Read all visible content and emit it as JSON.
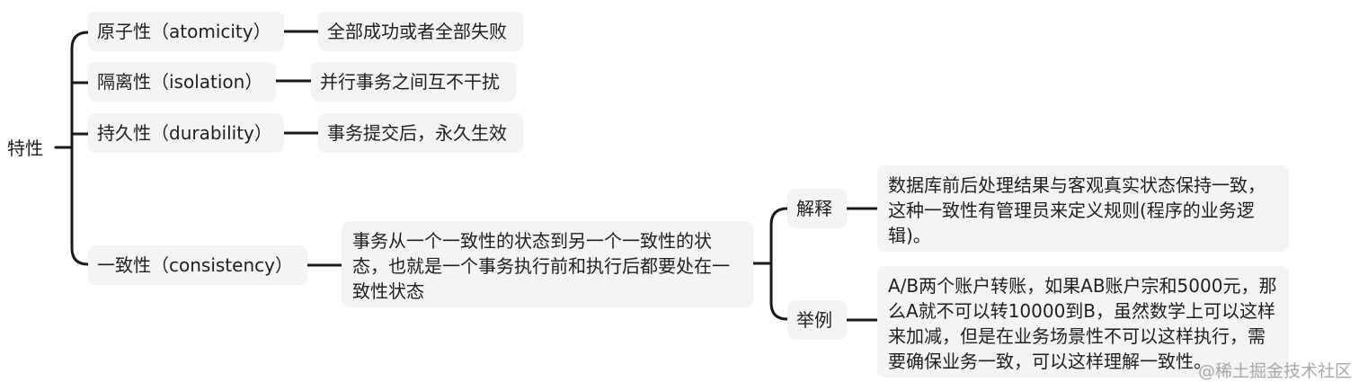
{
  "mindmap": {
    "root": {
      "label": "特性"
    },
    "branches": {
      "atomicity": {
        "label": "原子性（atomicity）",
        "detail": "全部成功或者全部失败"
      },
      "isolation": {
        "label": "隔离性（isolation）",
        "detail": "并行事务之间互不干扰"
      },
      "durability": {
        "label": "持久性（durability）",
        "detail": "事务提交后，永久生效"
      },
      "consistency": {
        "label": "一致性（consistency）",
        "detail": "事务从一个一致性的状态到另一个一致性的状态，也就是一个事务执行前和执行后都要处在一致性状态",
        "explain": {
          "label": "解释",
          "detail": "数据库前后处理结果与客观真实状态保持一致，这种一致性有管理员来定义规则(程序的业务逻辑)。"
        },
        "example": {
          "label": "举例",
          "detail": "A/B两个账户转账，如果AB账户宗和5000元，那么A就不可以转10000到B，虽然数学上可以这样来加减，但是在业务场景性不可以这样执行，需要确保业务一致，可以这样理解一致性。"
        }
      }
    }
  },
  "watermark": "@稀土掘金技术社区",
  "line_color": "#1a1a1a"
}
